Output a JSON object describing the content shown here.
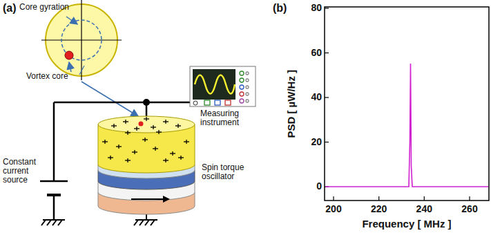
{
  "diagram": {
    "labels": [
      "(a)",
      "Core gyration",
      "Vortex core",
      "Measuring instrument",
      "Constant current source",
      "Spin torque oscillator",
      "(b)",
      "80",
      "60",
      "40",
      "20",
      "0",
      "200",
      "220",
      "240",
      "260",
      "PSD [ µW/Hz ]",
      "Frequency [ MHz ]"
    ]
  }
}
